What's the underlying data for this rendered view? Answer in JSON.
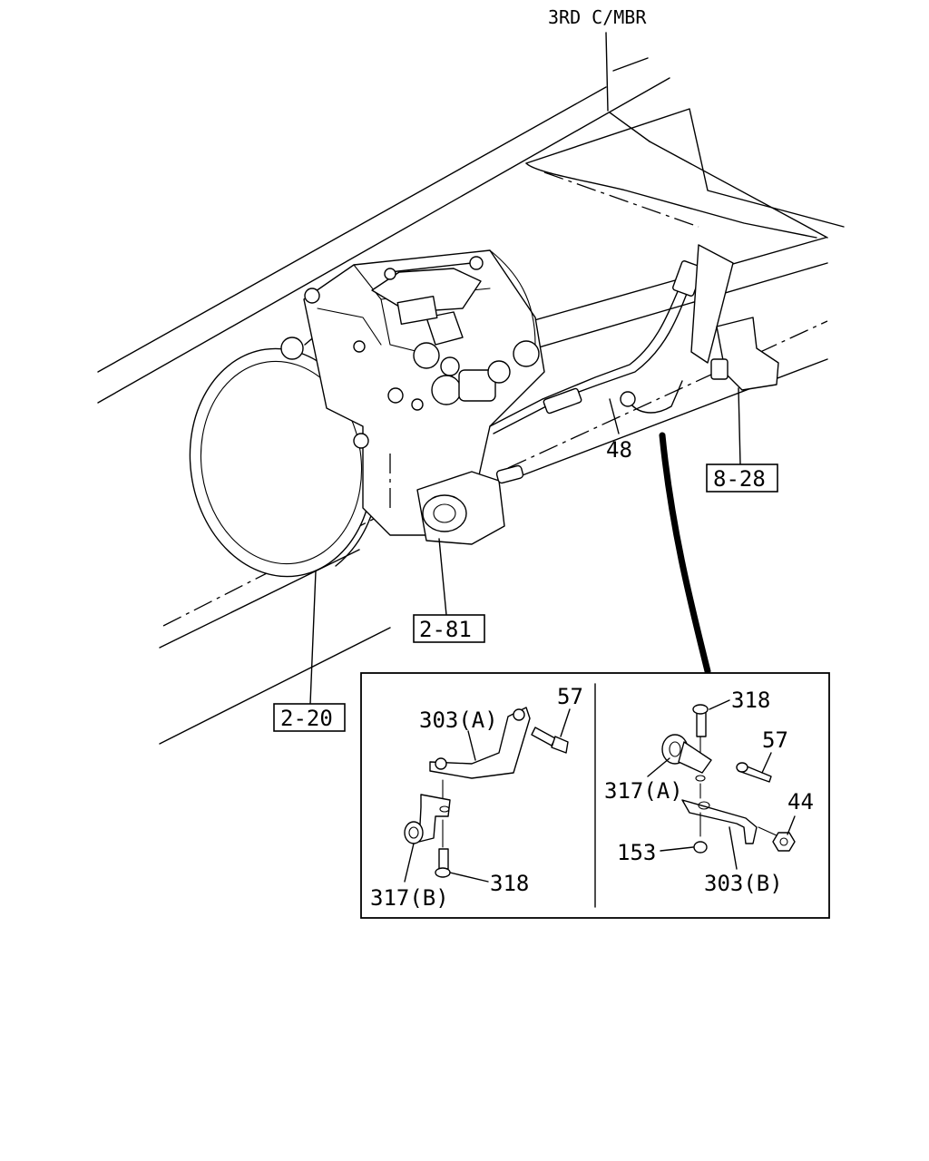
{
  "header": {
    "frame_label": "3RD C/MBR"
  },
  "main_view": {
    "part_labels": [
      "48"
    ],
    "reference_labels": [
      "8-28",
      "2-81",
      "2-20"
    ]
  },
  "detail_left": {
    "labels": {
      "bracket": "303(A)",
      "bolt": "57",
      "clip": "317(B)",
      "screw": "318"
    }
  },
  "detail_right": {
    "labels": {
      "screw": "318",
      "bolt": "57",
      "clip": "317(A)",
      "nut": "44",
      "washer": "153",
      "bracket": "303(B)"
    }
  }
}
